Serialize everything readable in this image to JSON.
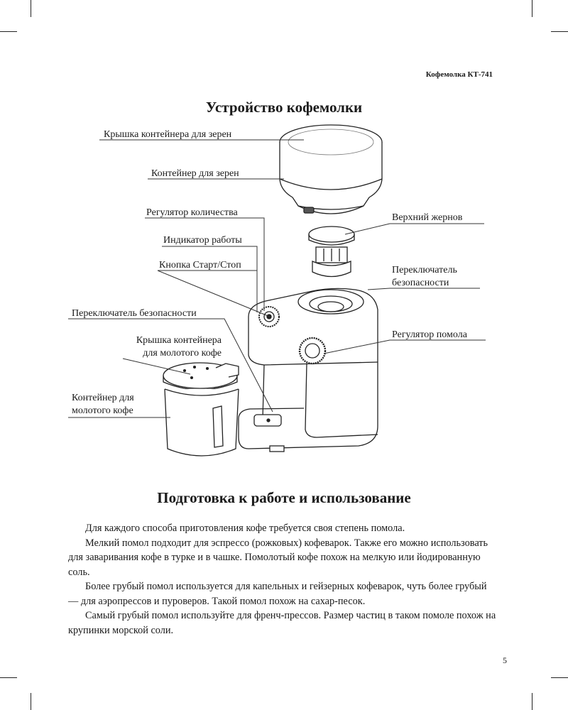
{
  "header": {
    "model": "Кофемолка КТ-741"
  },
  "section1": {
    "title": "Устройство кофемолки"
  },
  "diagram": {
    "labels": {
      "bean_lid": "Крышка контейнера для зерен",
      "bean_container": "Контейнер для зерен",
      "quantity_regulator": "Регулятор количества",
      "work_indicator": "Индикатор работы",
      "start_stop": "Кнопка Старт/Стоп",
      "safety_switch_left": "Переключатель безопасности",
      "ground_lid_1": "Крышка контейнера",
      "ground_lid_2": "для молотого кофе",
      "ground_container_1": "Контейнер для",
      "ground_container_2": "молотого кофе",
      "upper_burr": "Верхний жернов",
      "safety_switch_right_1": "Переключатель",
      "safety_switch_right_2": "безопасности",
      "grind_regulator": "Регулятор помола"
    }
  },
  "section2": {
    "title": "Подготовка к работе и использование",
    "paragraphs": [
      "Для каждого способа приготовления кофе требуется своя степень помола.",
      "Мелкий помол подходит для эспрессо (рожковых) кофеварок. Также его можно использовать для заваривания кофе в турке и в чашке. Помолотый кофе похож на мелкую или йодированную соль.",
      "Более грубый помол используется для  капельных  и гейзерных кофеварок, чуть более грубый — для аэропрессов и пуроверов. Такой помол похож на сахар-песок.",
      "Самый грубый помол используйте для френч-прессов. Размер частиц в таком помоле похож на крупинки морской соли."
    ]
  },
  "page": {
    "number": "5"
  }
}
